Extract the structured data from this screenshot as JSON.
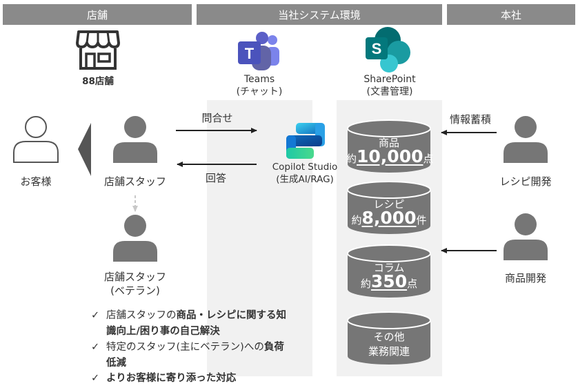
{
  "headers": {
    "store": "店舗",
    "system": "当社システム環境",
    "hq": "本社"
  },
  "store_count": "88店舗",
  "teams": {
    "name": "Teams",
    "sub": "(チャット)"
  },
  "sharepoint": {
    "name": "SharePoint",
    "sub": "(文書管理)"
  },
  "copilot": {
    "name": "Copilot Studio",
    "sub": "(生成AI/RAG)"
  },
  "arrows": {
    "inquiry": "問合せ",
    "answer": "回答",
    "accumulate": "情報蓄積"
  },
  "people": {
    "customer": "お客様",
    "staff": "店舗スタッフ",
    "veteran_line1": "店舗スタッフ",
    "veteran_line2": "(ベテラン)",
    "recipe_dev": "レシピ開発",
    "product_dev": "商品開発"
  },
  "databases": {
    "products": {
      "title": "商品",
      "pre": "約",
      "num": "10,000",
      "unit": "点"
    },
    "recipes": {
      "title": "レシピ",
      "pre": "約",
      "num": "8,000",
      "unit": "件"
    },
    "columns": {
      "title": "コラム",
      "pre": "約",
      "num": "350",
      "unit": "点"
    },
    "other": {
      "line1": "その他",
      "line2": "業務関連"
    }
  },
  "checks": {
    "mark": "✓",
    "item1": {
      "a": "店舗スタッフの",
      "b": "商品・レシピに関する知",
      "c": "識向上/困り事の自己解決"
    },
    "item2": {
      "a": "特定のスタッフ(主にベテラン)への",
      "b": "負荷",
      "c": "低減"
    },
    "item3": {
      "b": "よりお客様に寄り添った対応"
    }
  },
  "colors": {
    "header_bg": "#8a8a8a",
    "panel_bg": "#f1f1f1",
    "db_fill": "#767676",
    "person_fill": "#767676",
    "teams_purple": "#5b5fc7",
    "sharepoint_teal": "#03787c",
    "copilot_blue": "#0f6cbd"
  }
}
